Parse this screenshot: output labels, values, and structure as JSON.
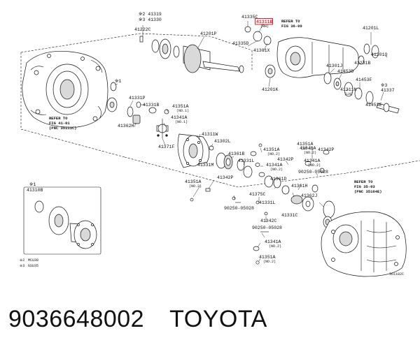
{
  "caption": {
    "part_number": "9036648002",
    "brand": "TOYOTA"
  },
  "figure_code": "361182C",
  "legend": [
    {
      "mark": "※1",
      "text": "41310B"
    },
    {
      "mark": "※2",
      "text": "MCU38"
    },
    {
      "mark": "※3",
      "text": "GSU35"
    }
  ],
  "references": [
    {
      "id": "ref-1",
      "lines": [
        "REFER TO",
        "FIG 36-09"
      ]
    },
    {
      "id": "ref-2",
      "lines": [
        "REFER TO",
        "FIG 41-01",
        "(PNC 35111C)"
      ]
    },
    {
      "id": "ref-3",
      "lines": [
        "REFER TO",
        "FIG 35-03",
        "(PNC 35104E)"
      ]
    }
  ],
  "labels": [
    {
      "id": "l1",
      "text": "※2 41319",
      "sub": ""
    },
    {
      "id": "l2",
      "text": "※3 41330",
      "sub": ""
    },
    {
      "id": "l3",
      "text": "41222C",
      "sub": ""
    },
    {
      "id": "l4",
      "text": "41201P",
      "sub": ""
    },
    {
      "id": "l5",
      "text": "41335C",
      "sub": ""
    },
    {
      "id": "l6",
      "text": "41311B",
      "sub": "(RH)",
      "highlight": true
    },
    {
      "id": "l7",
      "text": "41335D",
      "sub": ""
    },
    {
      "id": "l8",
      "text": "41301X",
      "sub": ""
    },
    {
      "id": "l9",
      "text": "41201L",
      "sub": ""
    },
    {
      "id": "l10",
      "text": "41201Q",
      "sub": ""
    },
    {
      "id": "l11",
      "text": "41231B",
      "sub": ""
    },
    {
      "id": "l12",
      "text": "41301J",
      "sub": ""
    },
    {
      "id": "l13",
      "text": "41453D",
      "sub": ""
    },
    {
      "id": "l14",
      "text": "41201K",
      "sub": ""
    },
    {
      "id": "l15",
      "text": "41311N",
      "sub": "(LH)"
    },
    {
      "id": "l16",
      "text": "41453F",
      "sub": ""
    },
    {
      "id": "l17",
      "text": "※3",
      "sub": ""
    },
    {
      "id": "l18",
      "text": "41337",
      "sub": ""
    },
    {
      "id": "l19",
      "text": "41453E",
      "sub": ""
    },
    {
      "id": "l20",
      "text": "※1",
      "sub": ""
    },
    {
      "id": "l21",
      "text": "41331P",
      "sub": ""
    },
    {
      "id": "l22",
      "text": "41331B",
      "sub": ""
    },
    {
      "id": "l23",
      "text": "41351A",
      "sub": "(NO.1)"
    },
    {
      "id": "l24",
      "text": "41341A",
      "sub": "(NO.1)"
    },
    {
      "id": "l25",
      "text": "41362H",
      "sub": ""
    },
    {
      "id": "l26",
      "text": "41371F",
      "sub": ""
    },
    {
      "id": "l27",
      "text": "41311W",
      "sub": ""
    },
    {
      "id": "l28",
      "text": "41302L",
      "sub": ""
    },
    {
      "id": "l29",
      "text": "41331M",
      "sub": ""
    },
    {
      "id": "l30",
      "text": "41361B",
      "sub": ""
    },
    {
      "id": "l31",
      "text": "41331L",
      "sub": ""
    },
    {
      "id": "l32",
      "text": "41351A",
      "sub": "(NO.2)"
    },
    {
      "id": "l33",
      "text": "41341A",
      "sub": "(NO.2)"
    },
    {
      "id": "l34",
      "text": "41342P",
      "sub": ""
    },
    {
      "id": "l35",
      "text": "41351A",
      "sub": "(NO.2)"
    },
    {
      "id": "l36",
      "text": "41341A",
      "sub": "(NO.2)"
    },
    {
      "id": "l37",
      "text": "41342P",
      "sub": ""
    },
    {
      "id": "l38",
      "text": "41341A",
      "sub": "(NO.2)"
    },
    {
      "id": "l39",
      "text": "90250-05028",
      "sub": ""
    },
    {
      "id": "l40",
      "text": "41351A",
      "sub": "(NO.2)"
    },
    {
      "id": "l41",
      "text": "41342P",
      "sub": ""
    },
    {
      "id": "l42",
      "text": "41361D",
      "sub": ""
    },
    {
      "id": "l43",
      "text": "41361H",
      "sub": ""
    },
    {
      "id": "l44",
      "text": "41375C",
      "sub": ""
    },
    {
      "id": "l45",
      "text": "41331L",
      "sub": ""
    },
    {
      "id": "l46",
      "text": "41362J",
      "sub": ""
    },
    {
      "id": "l47",
      "text": "41331C",
      "sub": ""
    },
    {
      "id": "l48",
      "text": "90250-05028",
      "sub": ""
    },
    {
      "id": "l49",
      "text": "41342C",
      "sub": ""
    },
    {
      "id": "l50",
      "text": "90250-05028",
      "sub": ""
    },
    {
      "id": "l51",
      "text": "41341A",
      "sub": "(NO.2)"
    },
    {
      "id": "l52",
      "text": "41351A",
      "sub": "(NO.2)"
    }
  ]
}
